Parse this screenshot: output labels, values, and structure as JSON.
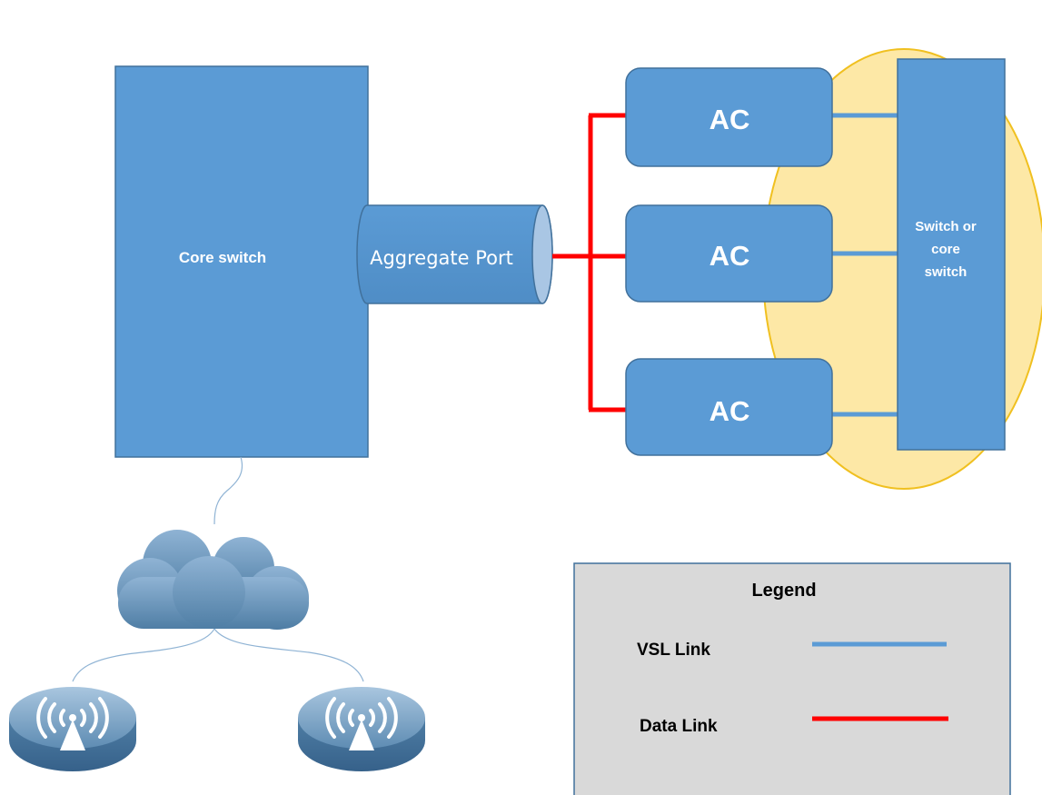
{
  "core_switch": {
    "label": "Core switch"
  },
  "aggregate_port": {
    "label": "Aggregate Port"
  },
  "access_controllers": [
    {
      "label": "AC"
    },
    {
      "label": "AC"
    },
    {
      "label": "AC"
    }
  ],
  "switch_or_core": {
    "lines": [
      "Switch or",
      "core",
      "switch"
    ]
  },
  "legend": {
    "title": "Legend",
    "items": [
      {
        "label": "VSL Link",
        "color": "#5b9bd5"
      },
      {
        "label": "Data Link",
        "color": "#ff0000"
      }
    ]
  },
  "icons": [
    "cloud-icon",
    "wireless-ap-icon",
    "wireless-ap-icon"
  ],
  "colors": {
    "box_fill": "#5b9bd5",
    "box_stroke": "#41719c",
    "group_fill": "#fde8a6",
    "group_stroke": "#f0c020",
    "data_link": "#ff0000",
    "vsl_link": "#5b9bd5",
    "legend_bg": "#d9d9d9"
  }
}
